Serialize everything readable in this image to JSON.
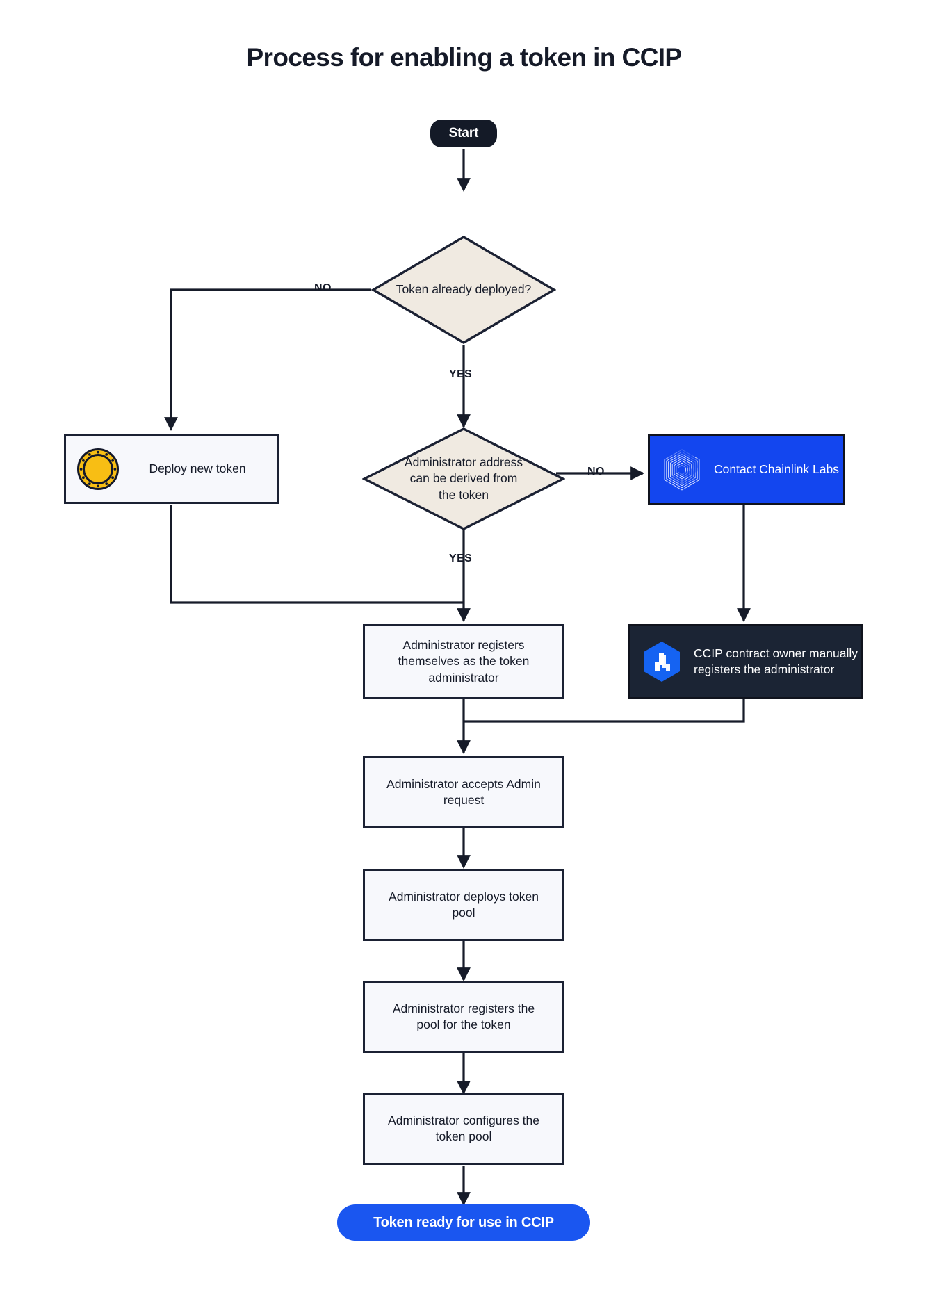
{
  "page": {
    "title": "Process for enabling a token in CCIP",
    "background": "#FFFFFF"
  },
  "colors": {
    "ink": "#151A28",
    "stroke": "#1B2133",
    "diamond_fill": "#F0EAE1",
    "process_fill": "#F7F8FC",
    "chainlink_blue": "#1346EF",
    "ccip_dark": "#1B2434",
    "coin_gold": "#F8BE14",
    "pill_end_blue": "#1A56F0",
    "pill_start_dark": "#141A27"
  },
  "nodes": {
    "start": {
      "label": "Start",
      "shape": "terminator"
    },
    "decision_token_deployed": {
      "label": "Token already deployed?",
      "shape": "decision"
    },
    "deploy_new_token": {
      "label": "Deploy new token",
      "shape": "process",
      "icon": "gold-coin-icon"
    },
    "decision_admin_derivable": {
      "label": "Administrator address can be derived from the token",
      "shape": "decision"
    },
    "contact_chainlink_labs": {
      "label": "Contact Chainlink Labs",
      "shape": "process",
      "icon": "chainlink-spiral-icon"
    },
    "admin_registers_self": {
      "label": "Administrator registers themselves as the token administrator",
      "shape": "process"
    },
    "ccip_owner_registers": {
      "label": "CCIP contract owner manually registers the administrator",
      "shape": "process",
      "icon": "ccip-hexagon-icon"
    },
    "admin_accepts_request": {
      "label": "Administrator accepts Admin request",
      "shape": "process"
    },
    "admin_deploys_pool": {
      "label": "Administrator deploys token pool",
      "shape": "process"
    },
    "admin_registers_pool": {
      "label": "Administrator registers the pool for the token",
      "shape": "process"
    },
    "admin_configures_pool": {
      "label": "Administrator configures the token pool",
      "shape": "process"
    },
    "end": {
      "label": "Token ready for use in CCIP",
      "shape": "terminator"
    }
  },
  "edge_labels": {
    "token_deployed_no": "NO",
    "token_deployed_yes": "YES",
    "admin_derivable_no": "NO",
    "admin_derivable_yes": "YES"
  }
}
